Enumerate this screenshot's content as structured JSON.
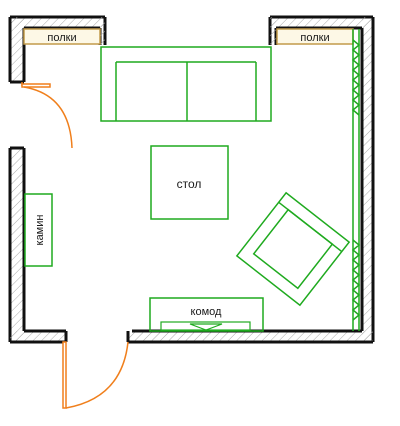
{
  "plan": {
    "labels": {
      "shelf_left": "полки",
      "shelf_right": "полки",
      "table": "стол",
      "fireplace": "камин",
      "dresser": "комод"
    },
    "colors": {
      "wall": "#111111",
      "wall_hatch": "#aaaaaa",
      "furniture": "#1faa1f",
      "shelf_fill": "#fdf8e6",
      "shelf_stroke": "#c29a4a",
      "door": "#f07f1c",
      "label_text": "#1a1a1a"
    }
  }
}
